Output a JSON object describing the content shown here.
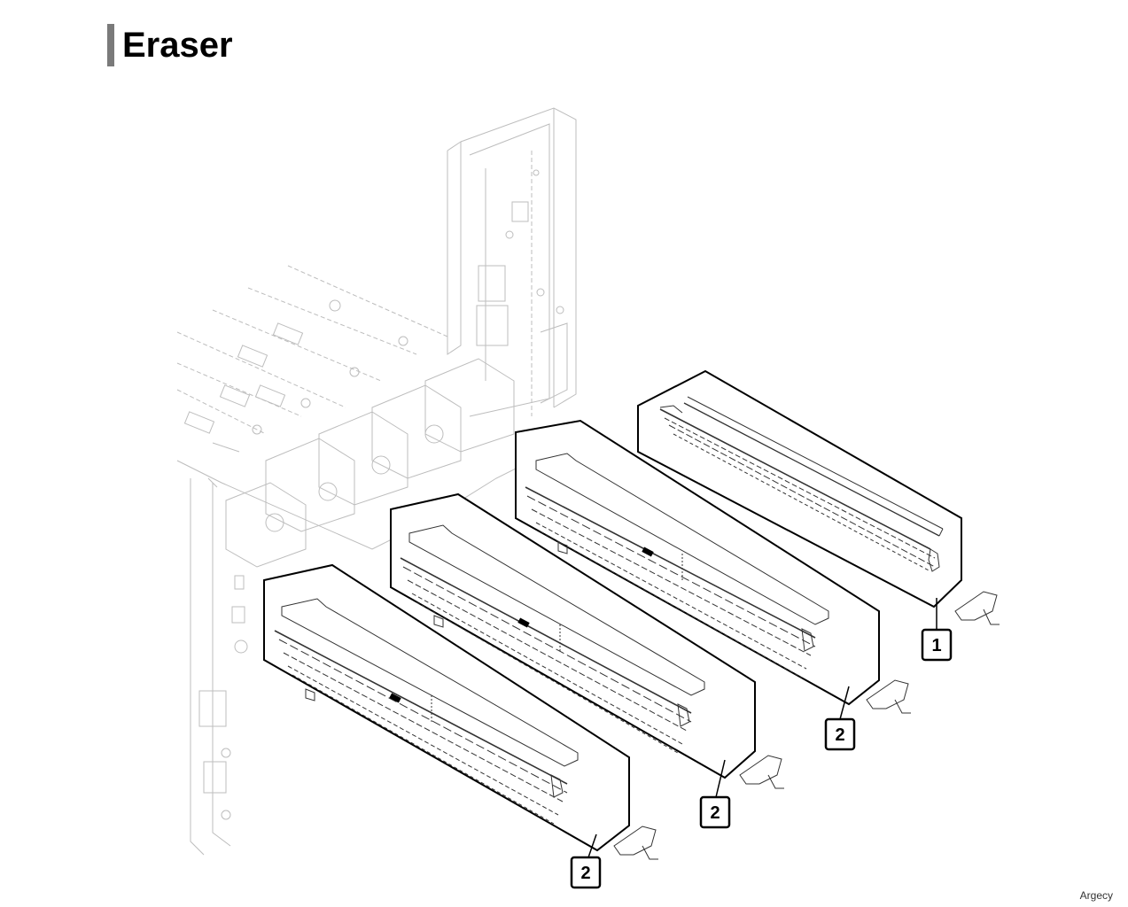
{
  "header": {
    "title": "Eraser"
  },
  "callouts": [
    {
      "id": "callout-1",
      "label": "1"
    },
    {
      "id": "callout-2a",
      "label": "2"
    },
    {
      "id": "callout-2b",
      "label": "2"
    },
    {
      "id": "callout-2c",
      "label": "2"
    }
  ],
  "watermark": "Argecy"
}
